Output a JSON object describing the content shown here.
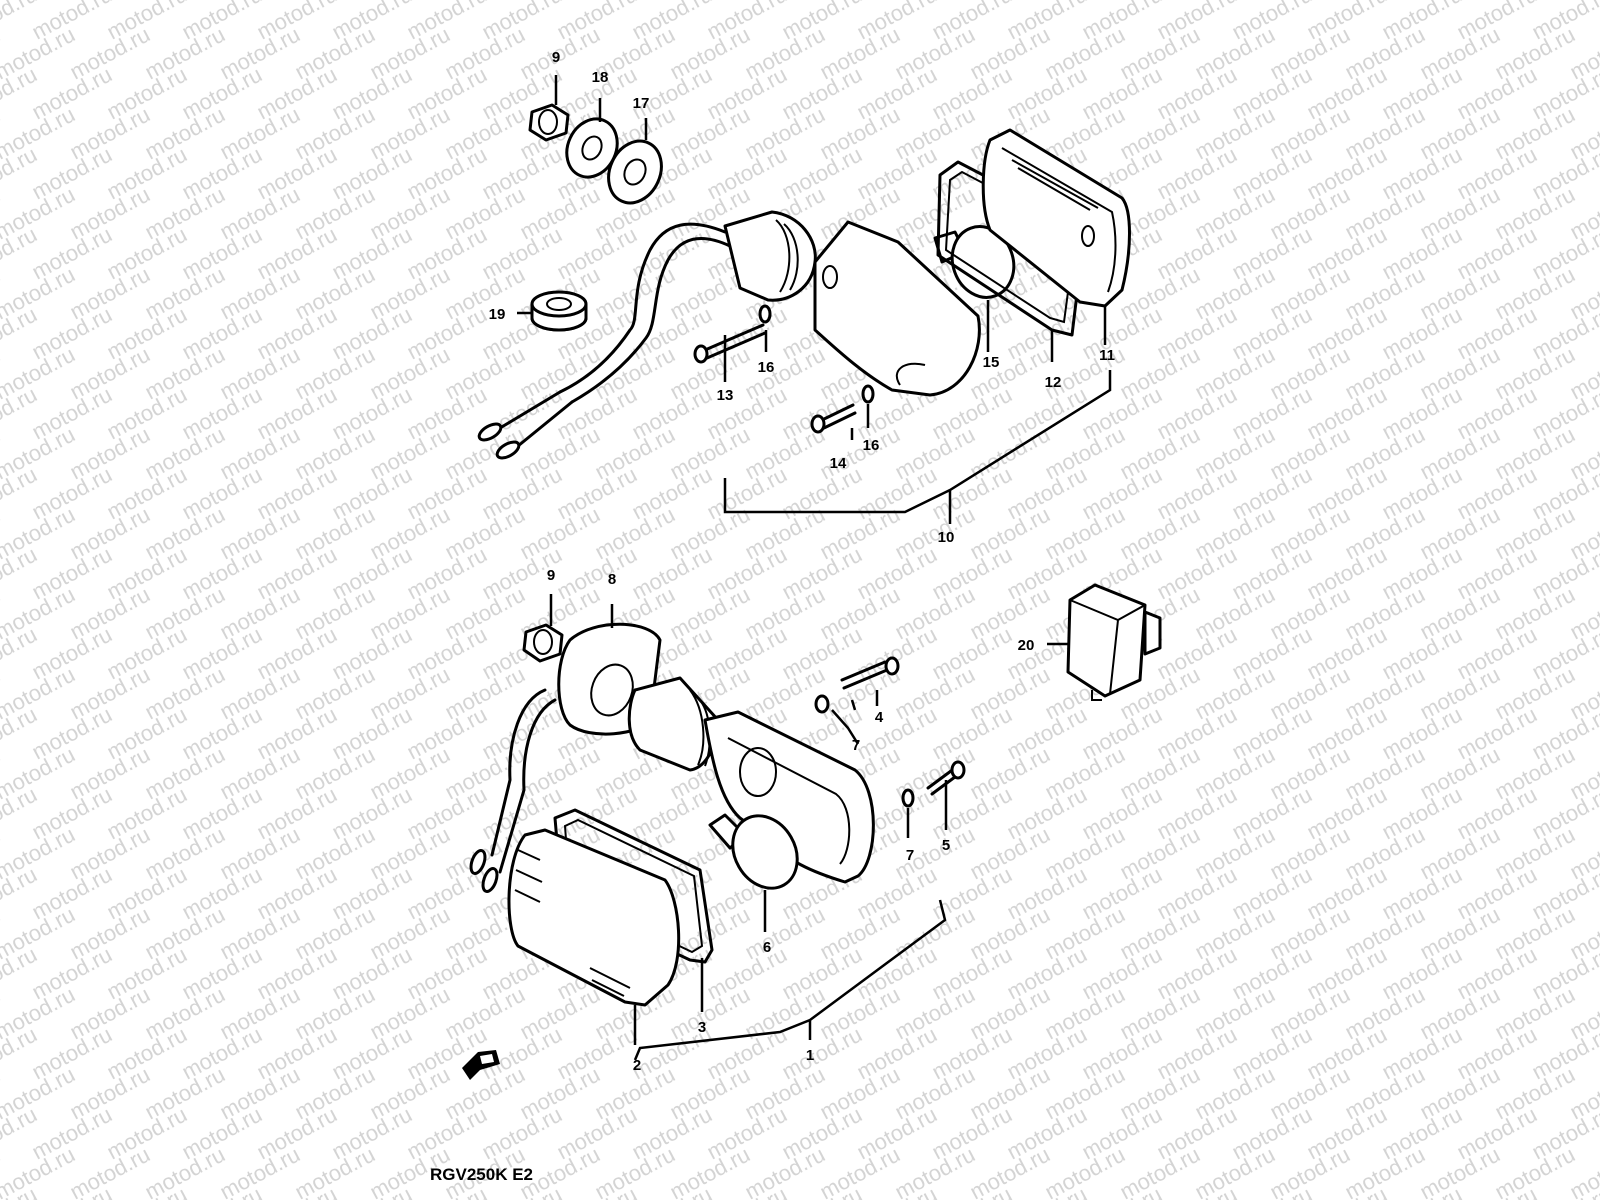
{
  "watermark": {
    "text": "motod.ru"
  },
  "model_code": "RGV250K E2",
  "callouts": {
    "c1": "1",
    "c2": "2",
    "c3": "3",
    "c4": "4",
    "c5": "5",
    "c6": "6",
    "c7a": "7",
    "c7b": "7",
    "c8": "8",
    "c9a": "9",
    "c9b": "9",
    "c10": "10",
    "c11": "11",
    "c12": "12",
    "c13": "13",
    "c14": "14",
    "c15": "15",
    "c16a": "16",
    "c16b": "16",
    "c17": "17",
    "c18": "18",
    "c19": "19",
    "c20": "20"
  },
  "icons": {
    "front_direction": "front-direction-arrow-icon"
  }
}
